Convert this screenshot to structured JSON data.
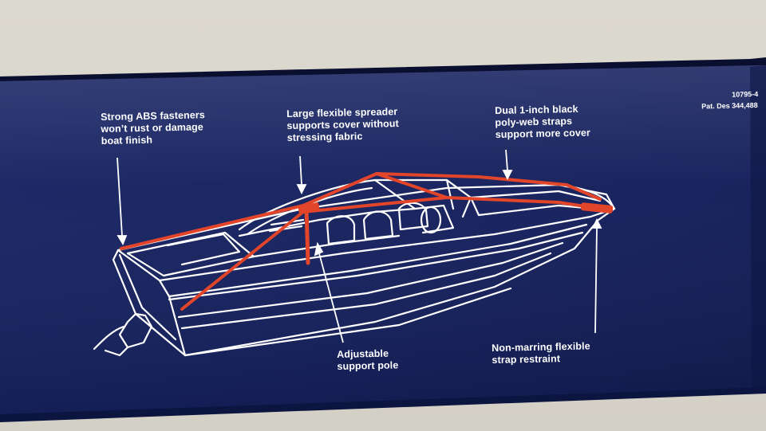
{
  "callouts": {
    "fasteners": "Strong ABS fasteners\nwon’t rust or damage\nboat finish",
    "spreader": "Large flexible spreader\nsupports cover without\nstressing fabric",
    "straps": "Dual 1-inch black\npoly-web straps\nsupport more cover",
    "pole": "Adjustable\nsupport pole",
    "restraint": "Non-marring flexible\nstrap restraint"
  },
  "product_code": "10795-4",
  "patent": "Pat. Des 344,488",
  "colors": {
    "panel": "#15205c",
    "panel_edge": "#0b1240",
    "line_art": "#ffffff",
    "strap": "#e2452a",
    "background": "#d6d3c9"
  }
}
